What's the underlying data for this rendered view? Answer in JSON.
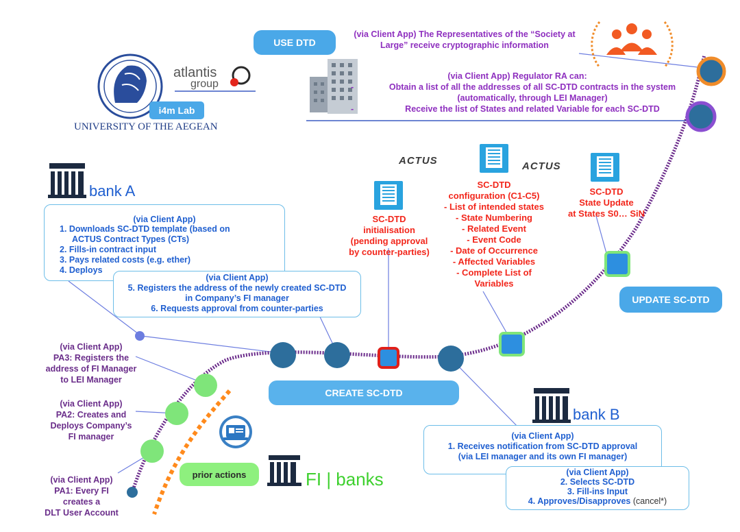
{
  "colors": {
    "path": "#6a2a8a",
    "node_dark": "#2d6e9c",
    "node_green": "#7fe57a",
    "pill_blue": "#4aa8e8",
    "pill_green": "#8ef07e",
    "red_text": "#f2261b",
    "purple_text": "#8e2fbf",
    "blue_text": "#1f5fd0",
    "orange_dash": "#ff8a1c"
  },
  "logos": {
    "atlantis_top": "atlantis",
    "atlantis_bottom": "group",
    "lab": "i4m Lab",
    "university": "UNIVERSITY OF THE AEGEAN"
  },
  "use_dtd": {
    "label": "USE DTD",
    "society_text": "(via Client App) The Representatives of the “Society at Large” receive cryptographic information",
    "regulator_title": "(via Client App) Regulator RA can:",
    "regulator_items": [
      "Obtain a list of all the addresses of all SC-DTD contracts in the system (automatically, through LEI Manager)",
      "Receive the list of States and related Variable for each SC-DTD"
    ]
  },
  "actus_label": "ACTUS",
  "sc_init": {
    "lines": [
      "SC-DTD",
      "initialisation",
      "(pending approval",
      "by counter-parties)"
    ]
  },
  "sc_config": {
    "lines": [
      "SC-DTD",
      "configuration (C1-C5)",
      "- List of intended states",
      "- State Numbering",
      "- Related Event",
      "- Event Code",
      "- Date of Occurrence",
      "- Affected Variables",
      "- Complete List of",
      "Variables"
    ]
  },
  "sc_update": {
    "lines": [
      "SC-DTD",
      "State Update",
      "at States S0… SiN"
    ]
  },
  "update_pill": "UPDATE SC-DTD",
  "create_pill": "CREATE SC-DTD",
  "prior_pill": "prior actions",
  "bank_a": {
    "name": "bank A",
    "box1_title": "(via Client App)",
    "box1_items": [
      "1.  Downloads SC-DTD template (based on",
      "ACTUS Contract Types (CTs)",
      "2.  Fills-in contract input",
      "3.  Pays related costs (e.g. ether)",
      "4.  Deploys"
    ],
    "box2_title": "(via Client App)",
    "box2_items": [
      "5. Registers the address of the newly created SC-DTD",
      "in Company’s FI manager",
      "6. Requests approval from counter-parties"
    ]
  },
  "bank_b": {
    "name": "bank B",
    "box1_title": "(via Client App)",
    "box1_items": [
      "1. Receives notification from  SC-DTD approval",
      "(via LEI manager and its own FI manager)"
    ],
    "box2_title": "(via Client App)",
    "box2_items": [
      "2. Selects SC-DTD",
      "3. Fill-ins Input",
      "4. Approves/Disapproves"
    ],
    "cancel_note": "(cancel*)"
  },
  "fi_banks": "FI | banks",
  "pa3": [
    "(via Client App)",
    "PA3: Registers the",
    "address of FI Manager",
    "to LEI Manager"
  ],
  "pa2": [
    "(via Client App)",
    "PA2: Creates and",
    "Deploys Company’s",
    "FI manager"
  ],
  "pa1": [
    "(via Client App)",
    "PA1: Every FI",
    "creates a",
    "DLT User Account"
  ]
}
